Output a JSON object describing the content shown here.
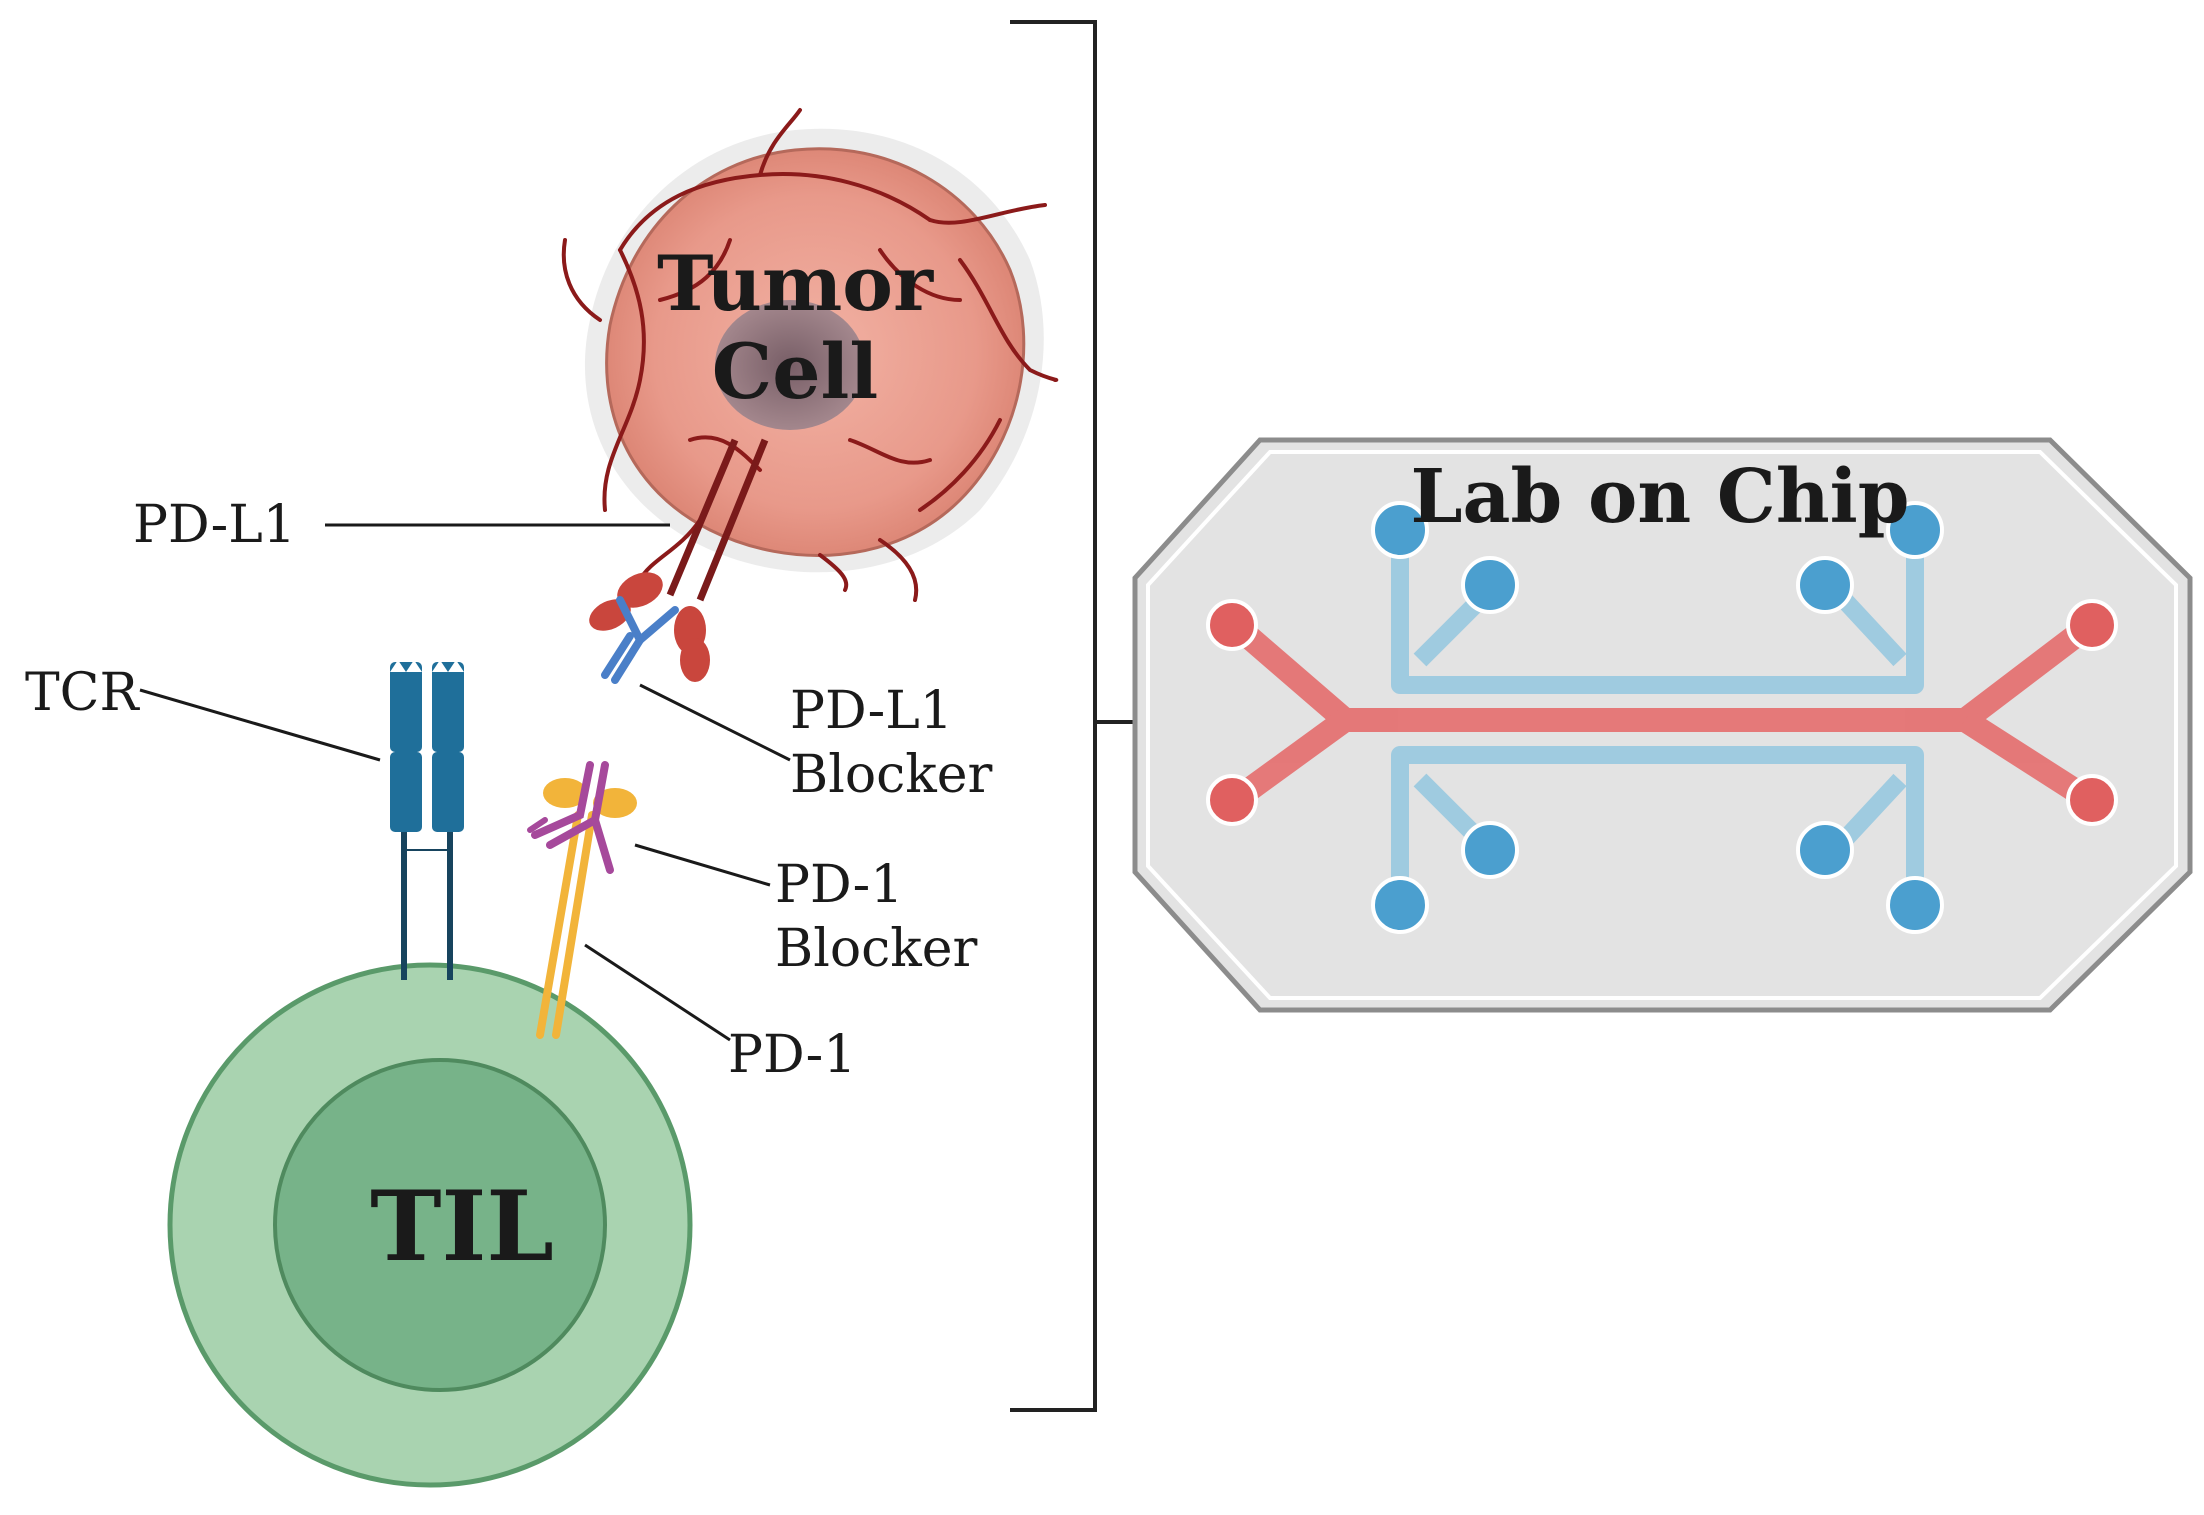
{
  "labels": {
    "tumor_line1": "Tumor",
    "tumor_line2": "Cell",
    "pdl1": "PD-L1",
    "pdl1_blocker_line1": "PD-L1",
    "pdl1_blocker_line2": "Blocker",
    "tcr": "TCR",
    "pd1_blocker_line1": "PD-1",
    "pd1_blocker_line2": "Blocker",
    "pd1": "PD-1",
    "til": "TIL",
    "chip": "Lab on Chip"
  },
  "colors": {
    "tumor_fill": "#e89a8a",
    "tumor_vessel": "#8b1a1a",
    "nucleus": "#7a6570",
    "til_outer": "#a9d3b0",
    "til_inner": "#77b389",
    "til_stroke": "#5a9a6a",
    "tcr": "#1f6f9a",
    "pd1": "#f2b43a",
    "pd1_blocker": "#a6499b",
    "pdl1_blocker": "#4a7fc8",
    "pdl1_tip": "#c9463d",
    "chip_fill": "#e3e3e3",
    "chip_stroke": "#8c8c8c",
    "channel_red": "#e57373",
    "channel_blue": "#9fcbe0",
    "port_blue": "#4b9fcf",
    "port_red": "#e06060"
  }
}
